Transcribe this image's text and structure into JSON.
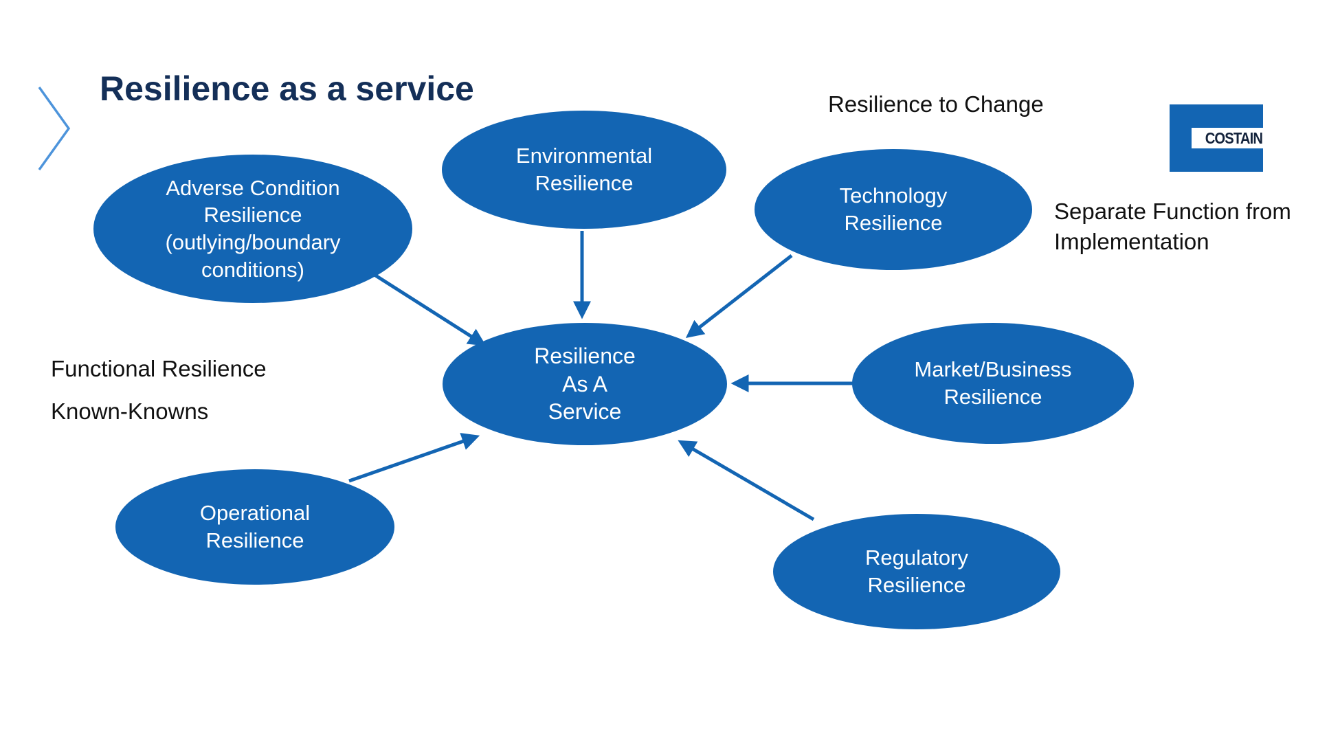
{
  "slide": {
    "title": "Resilience as a service",
    "logo": {
      "text": "COSTAIN"
    },
    "annotations": {
      "resilience_to_change": "Resilience to Change",
      "separate_function": "Separate Function from Implementation",
      "functional_resilience": "Functional Resilience",
      "known_knowns": "Known-Knowns"
    },
    "center_node": {
      "label": "Resilience\nAs A\nService"
    },
    "nodes": [
      {
        "id": "adverse-condition",
        "label": "Adverse Condition\nResilience\n(outlying/boundary\nconditions)"
      },
      {
        "id": "environmental",
        "label": "Environmental\nResilience"
      },
      {
        "id": "technology",
        "label": "Technology\nResilience"
      },
      {
        "id": "market-business",
        "label": "Market/Business\nResilience"
      },
      {
        "id": "regulatory",
        "label": "Regulatory\nResilience"
      },
      {
        "id": "operational",
        "label": "Operational\nResilience"
      }
    ],
    "colors": {
      "node_fill": "#1365B3",
      "arrow": "#1365B3",
      "title_text": "#142F58",
      "label_text": "#111111",
      "node_text": "#FFFFFF",
      "chevron": "#4D94DB",
      "logo_text": "#14233C"
    }
  }
}
